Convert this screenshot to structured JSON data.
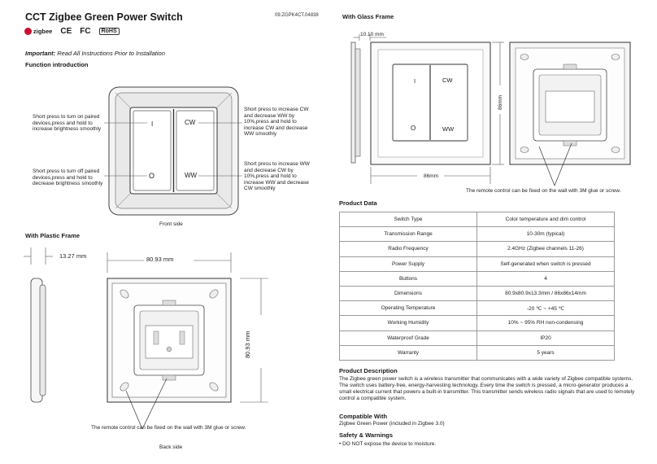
{
  "header": {
    "title": "CCT Zigbee Green Power Switch",
    "code": "09.ZGPK4CT.04838",
    "logos": [
      "zigbee",
      "CE",
      "FC",
      "RoHS"
    ],
    "logo_zigbee": "zigbee",
    "logo_ce": "CE",
    "logo_fc": "FC",
    "logo_rohs": "RoHS"
  },
  "important": {
    "prefix": "Important:",
    "text": "Read All Instructions Prior to Installation"
  },
  "function_intro": {
    "heading": "Function introduction",
    "note_tl": "Short press to turn on paired devices,press and hold to increase brightness smoothly",
    "note_bl": "Short press to turn off paired devices,press and hold to decrease brightness smoothly",
    "note_tr": "Short press to increase CW and decrease WW by 10%,press and hold to increase CW and decrease WW smoothly",
    "note_br": "Short press to increase WW and decrease CW by 10%,press and hold to increase WW and decrease CW smoothly",
    "btn_on": "I",
    "btn_off": "O",
    "btn_cw": "CW",
    "btn_ww": "WW",
    "caption": "Front side"
  },
  "plastic_frame": {
    "heading": "With Plastic Frame",
    "dim_depth": "13.27 mm",
    "dim_width": "80.93 mm",
    "dim_height": "80.93 mm",
    "note": "The remote control can be fixed on the wall with 3M glue or screw.",
    "caption": "Back side"
  },
  "glass_frame": {
    "heading": "With Glass Frame",
    "dim_depth": "10.10 mm",
    "dim_width": "86mm",
    "dim_height": "86mm",
    "note": "The remote control can be fixed on the wall with 3M glue or screw."
  },
  "product_data": {
    "heading": "Product Data",
    "rows": [
      [
        "Switch Type",
        "Color temperature and dim control"
      ],
      [
        "Transmission Range",
        "10-30m (typical)"
      ],
      [
        "Radio Frequency",
        "2.4GHz (Zigbee channels 11-26)"
      ],
      [
        "Power Supply",
        "Self-generated when switch is pressed"
      ],
      [
        "Buttons",
        "4"
      ],
      [
        "Dimensions",
        "80.9x80.9x13.3mm  /  86x86x14mm"
      ],
      [
        "Operating Temperature",
        "-20 ℃ ~ +45 ℃"
      ],
      [
        "Working Humidity",
        "10% ~ 95% RH non-condensing"
      ],
      [
        "Waterproof Grade",
        "IP20"
      ],
      [
        "Warranty",
        "5 years"
      ]
    ]
  },
  "description": {
    "heading": "Product Description",
    "text": "The Zigbee green power switch is a wireless transmitter that communicates with a wide variety of Zigbee compatible systems. The switch uses battery-free, energy-harvesting technology. Every time the switch is pressed, a micro-generator produces a small electrical current that powers a built-in transmitter. This transmitter sends wireless radio signals that are used to remotely control a compatible system."
  },
  "compatible": {
    "heading": "Compatible With",
    "text": "Zigbee Green Power (included in Zigbee 3.0)"
  },
  "safety": {
    "heading": "Safety & Warnings",
    "items": [
      "• DO NOT expose the device to moisture."
    ]
  }
}
